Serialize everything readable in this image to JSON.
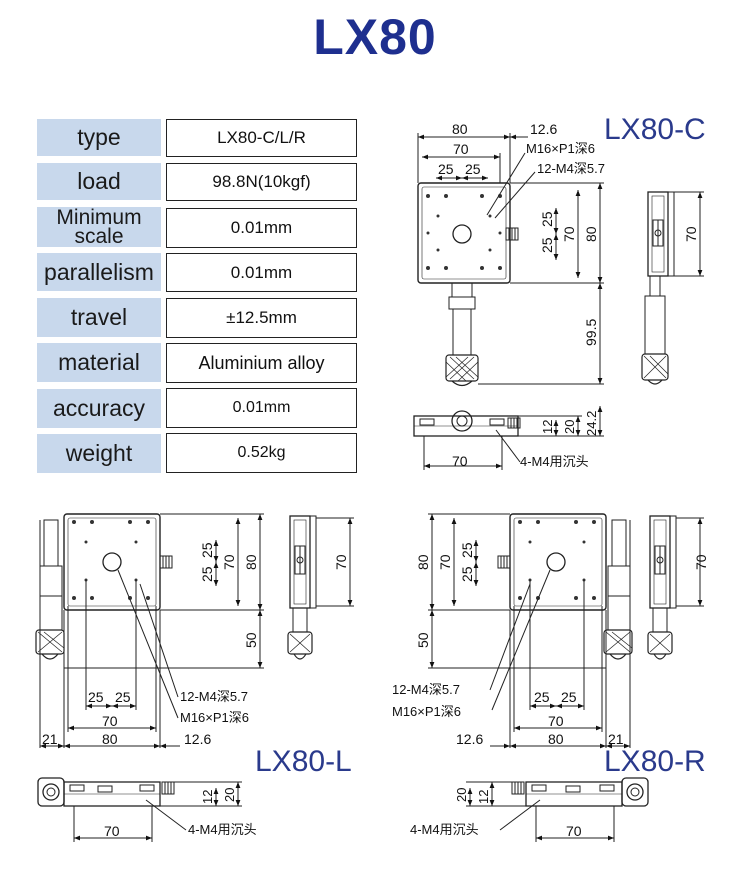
{
  "title": "LX80",
  "specs": [
    {
      "label": "type",
      "value": "LX80-C/L/R"
    },
    {
      "label": "load",
      "value": "98.8N(10kgf)"
    },
    {
      "label": "Minimum scale",
      "value": "0.01mm"
    },
    {
      "label": "parallelism",
      "value": "0.01mm"
    },
    {
      "label": "travel",
      "value": "±12.5mm"
    },
    {
      "label": "material",
      "value": "Aluminium alloy"
    },
    {
      "label": "accuracy",
      "value": "0.01mm"
    },
    {
      "label": "weight",
      "value": "0.52kg"
    }
  ],
  "models": {
    "c": "LX80-C",
    "l": "LX80-L",
    "r": "LX80-R"
  },
  "dims": {
    "d80": "80",
    "d70": "70",
    "d25": "25",
    "d12_6": "12.6",
    "d99_5": "99.5",
    "d50": "50",
    "d21": "21",
    "d24_2": "24.2",
    "d20": "20",
    "d12": "12"
  },
  "callouts": {
    "thread": "M16×P1深6",
    "holes": "12-M4深5.7",
    "counterbore": "4-M4用沉头"
  },
  "colors": {
    "title": "#1e2f8f",
    "model_label": "#2a3a8c",
    "label_fill": "#c8d8ec"
  }
}
